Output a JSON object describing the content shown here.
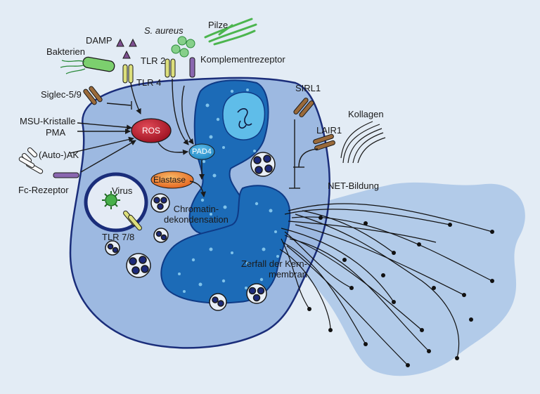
{
  "labels": {
    "bakterien": "Bakterien",
    "damp": "DAMP",
    "s_aureus": "S. aureus",
    "pilze": "Pilze",
    "tlr2": "TLR 2",
    "komplementrezeptor": "Komplementrezeptor",
    "tlr4": "TLR 4",
    "siglec": "Siglec-5/9",
    "msu": "MSU-Kristalle",
    "pma": "PMA",
    "auto_ak": "(Auto-)AK",
    "fc_rezeptor": "Fc-Rezeptor",
    "ros": "ROS",
    "pad4": "PAD4",
    "elastase": "Elastase",
    "chromatin_line1": "Chromatin-",
    "chromatin_line2": "dekondensation",
    "virus": "Virus",
    "tlr78": "TLR 7/8",
    "sirl1": "SIRL1",
    "lair1": "LAIR1",
    "kollagen": "Kollagen",
    "net_bildung": "NET-Bildung",
    "zerfall_line1": "Zerfall der Kern-",
    "zerfall_line2": "membran"
  }
}
